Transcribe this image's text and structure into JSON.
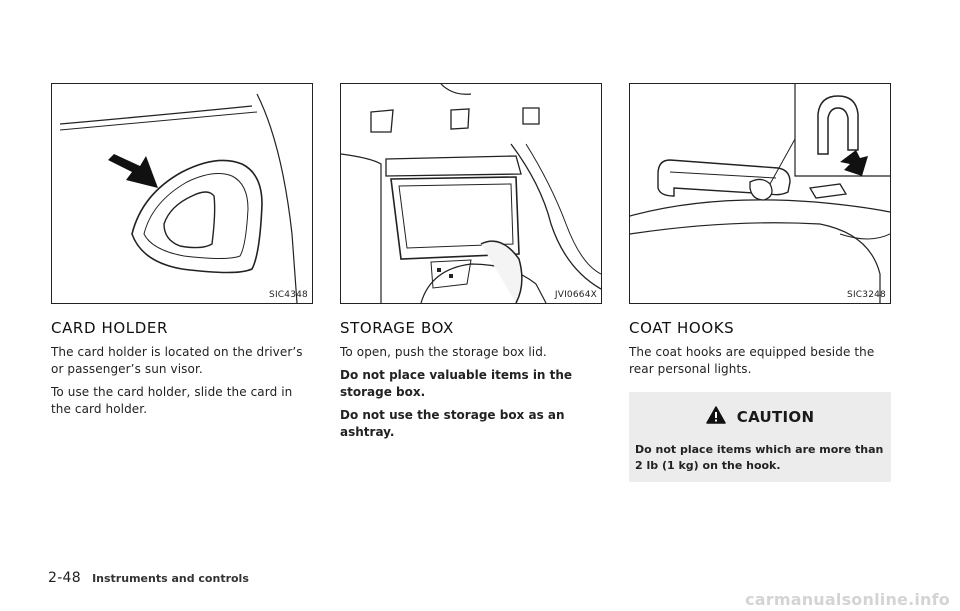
{
  "figures": [
    {
      "code": "SIC4348"
    },
    {
      "code": "JVI0664X"
    },
    {
      "code": "SIC3248"
    }
  ],
  "card_holder": {
    "title": "CARD HOLDER",
    "para1": "The card holder is located on the driver’s or passenger’s sun visor.",
    "para2": "To use the card holder, slide the card in the card holder."
  },
  "storage_box": {
    "title": "STORAGE BOX",
    "para1": "To open, push the storage box lid.",
    "para2": "Do not place valuable items in the storage box.",
    "para3": "Do not use the storage box as an ashtray."
  },
  "coat_hooks": {
    "title": "COAT HOOKS",
    "para1": "The coat hooks are equipped beside the rear personal lights."
  },
  "caution": {
    "title": "CAUTION",
    "text": "Do not place items which are more than 2 lb (1 kg) on the hook."
  },
  "footer": {
    "page_number": "2-48",
    "section": "Instruments and controls"
  },
  "watermark": "carmanualsonline.info"
}
